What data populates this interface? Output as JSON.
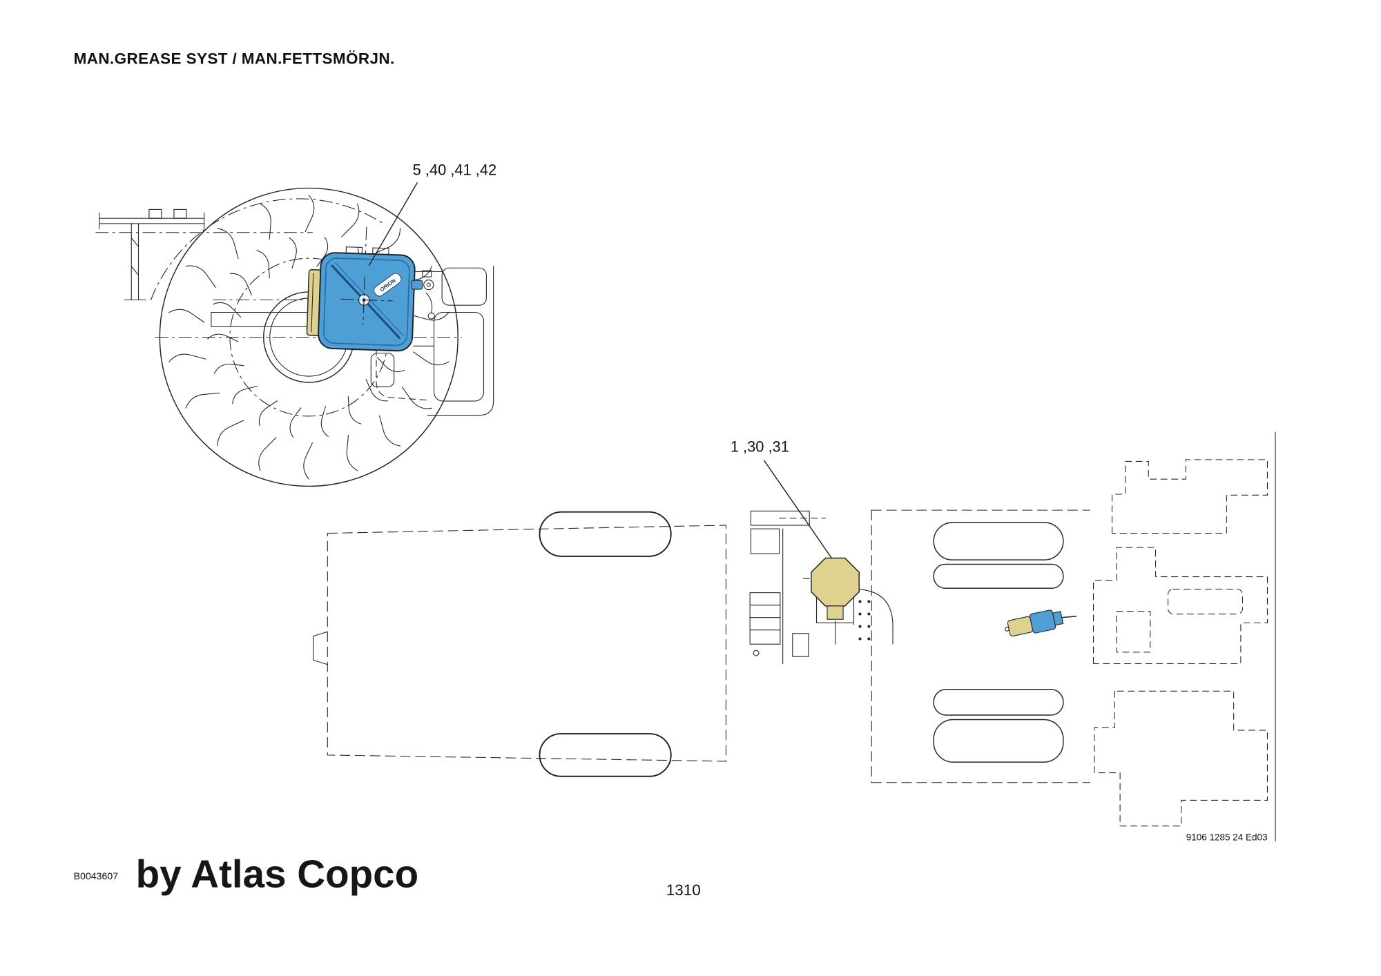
{
  "header": {
    "title": "MAN.GREASE SYST / MAN.FETTSMÖRJN."
  },
  "diagram": {
    "callout_reel": "5 ,40 ,41 ,42",
    "callout_valve": "1 ,30 ,31",
    "reel_brand": "ORION",
    "drawing_ref": "9106 1285 24 Ed03"
  },
  "footer": {
    "doc_number": "B0043607",
    "brand": "by Atlas Copco",
    "page_number": "1310"
  },
  "colors": {
    "highlight_blue": "#4D9FD6",
    "highlight_yellow": "#DFD28F",
    "line": "#262626",
    "background": "#FFFFFF"
  }
}
